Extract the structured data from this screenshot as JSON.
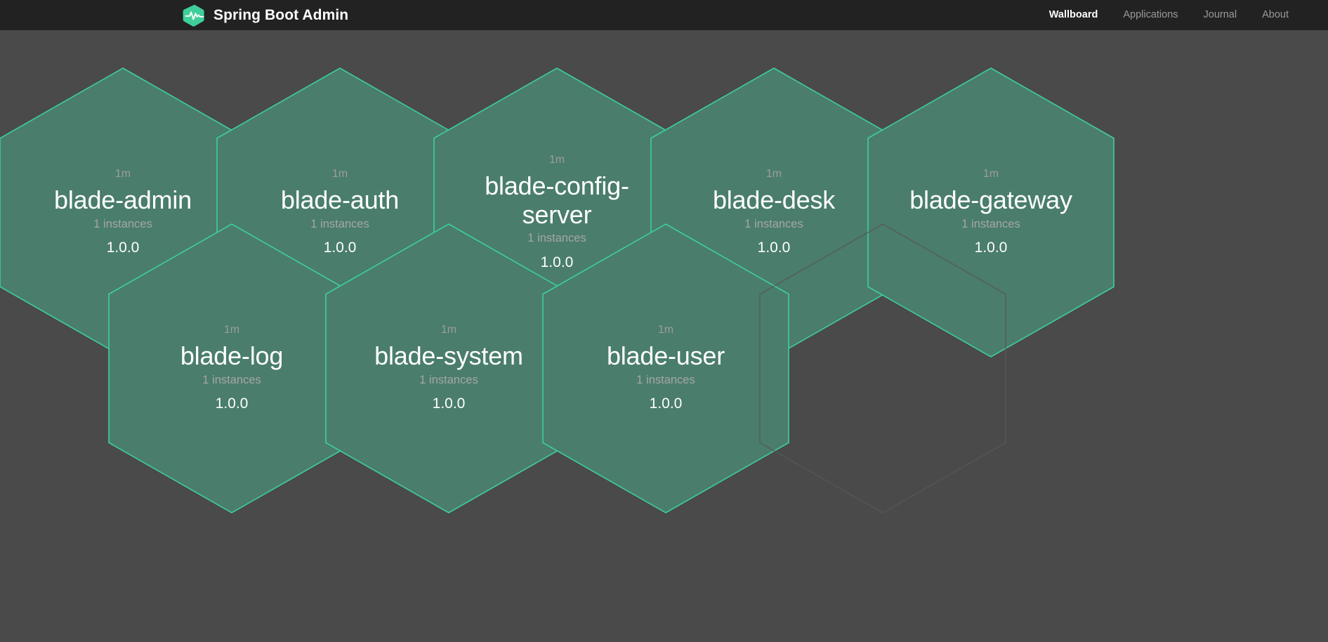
{
  "header": {
    "brand": {
      "title": "Spring Boot Admin",
      "logo_icon": "heartbeat-hexagon-icon"
    },
    "nav": [
      {
        "label": "Wallboard",
        "active": true
      },
      {
        "label": "Applications",
        "active": false
      },
      {
        "label": "Journal",
        "active": false
      },
      {
        "label": "About",
        "active": false
      }
    ]
  },
  "theme": {
    "header_bg": "#222222",
    "page_bg": "#4a4a4a",
    "hex_fill": "#4a7d6c",
    "hex_border": "#3ecf9b",
    "empty_hex_border": "#575757",
    "accent": "#3ecf9b",
    "text_primary": "#ffffff",
    "text_muted": "#9d9d9d"
  },
  "wallboard": {
    "rows": [
      {
        "applications": [
          {
            "status": "1m",
            "name": "blade-admin",
            "instances": "1 instances",
            "version": "1.0.0",
            "empty": false
          },
          {
            "status": "1m",
            "name": "blade-auth",
            "instances": "1 instances",
            "version": "1.0.0",
            "empty": false
          },
          {
            "status": "1m",
            "name": "blade-config-server",
            "instances": "1 instances",
            "version": "1.0.0",
            "empty": false
          },
          {
            "status": "1m",
            "name": "blade-desk",
            "instances": "1 instances",
            "version": "1.0.0",
            "empty": false
          },
          {
            "status": "1m",
            "name": "blade-gateway",
            "instances": "1 instances",
            "version": "1.0.0",
            "empty": false
          }
        ]
      },
      {
        "applications": [
          {
            "status": "1m",
            "name": "blade-log",
            "instances": "1 instances",
            "version": "1.0.0",
            "empty": false
          },
          {
            "status": "1m",
            "name": "blade-system",
            "instances": "1 instances",
            "version": "1.0.0",
            "empty": false
          },
          {
            "status": "1m",
            "name": "blade-user",
            "instances": "1 instances",
            "version": "1.0.0",
            "empty": false
          },
          {
            "status": "",
            "name": "",
            "instances": "",
            "version": "",
            "empty": true
          }
        ]
      }
    ]
  }
}
